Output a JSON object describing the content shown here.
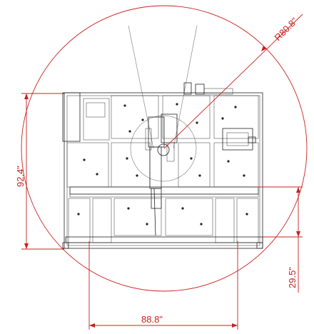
{
  "drawing": {
    "dimensions": {
      "radius_label": "R80.8\"",
      "height_label": "92.4\"",
      "width_label": "88.8\"",
      "offset_label": "29.5\""
    },
    "colors": {
      "dimension": "#c8201e",
      "linework": "#222222",
      "reach_lines": "#8a8a8a",
      "background": "#ffffff"
    }
  }
}
